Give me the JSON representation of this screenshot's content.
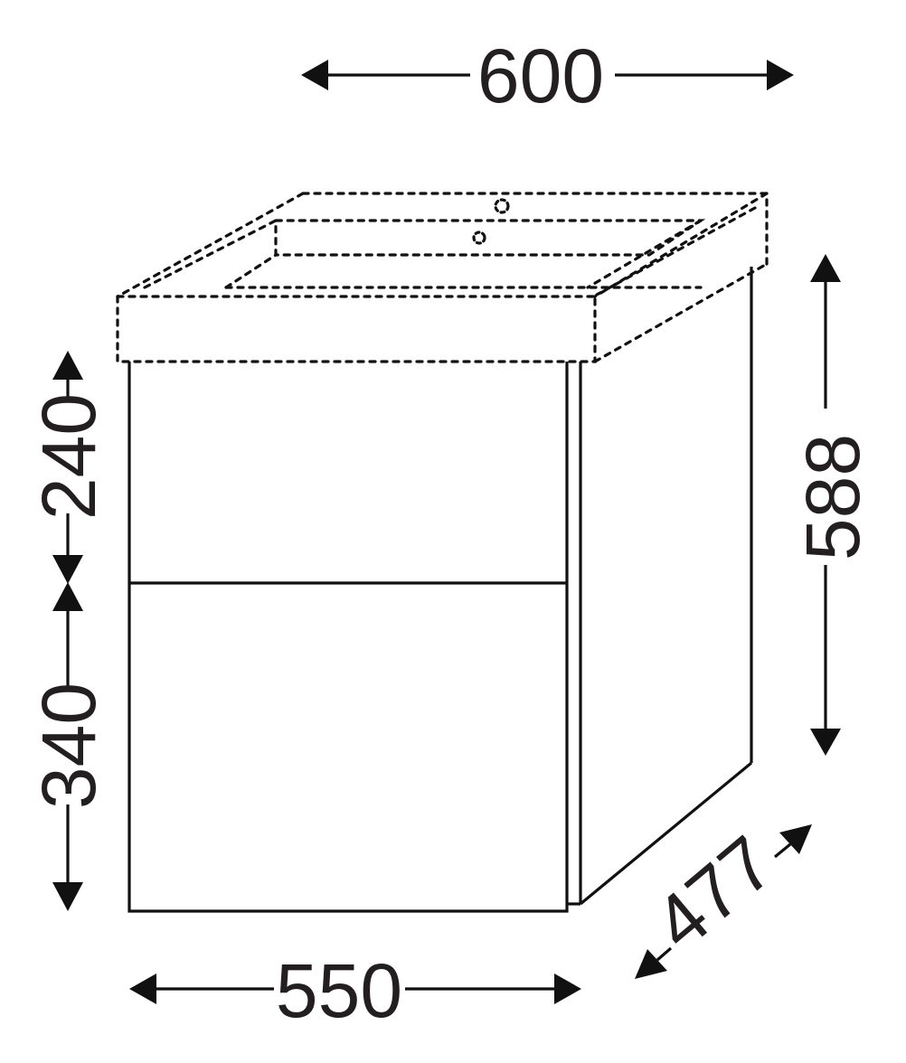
{
  "diagram": {
    "subject": "Vanity cabinet with two drawers and washbasin (dashed outline)",
    "units": "mm",
    "colors": {
      "line": "#111111",
      "text": "#231f20",
      "background": "#ffffff"
    },
    "dimensions": {
      "basin_width": "600",
      "cabinet_width": "550",
      "depth": "477",
      "total_height": "588",
      "top_drawer_height": "240",
      "bottom_drawer_height": "340"
    }
  }
}
